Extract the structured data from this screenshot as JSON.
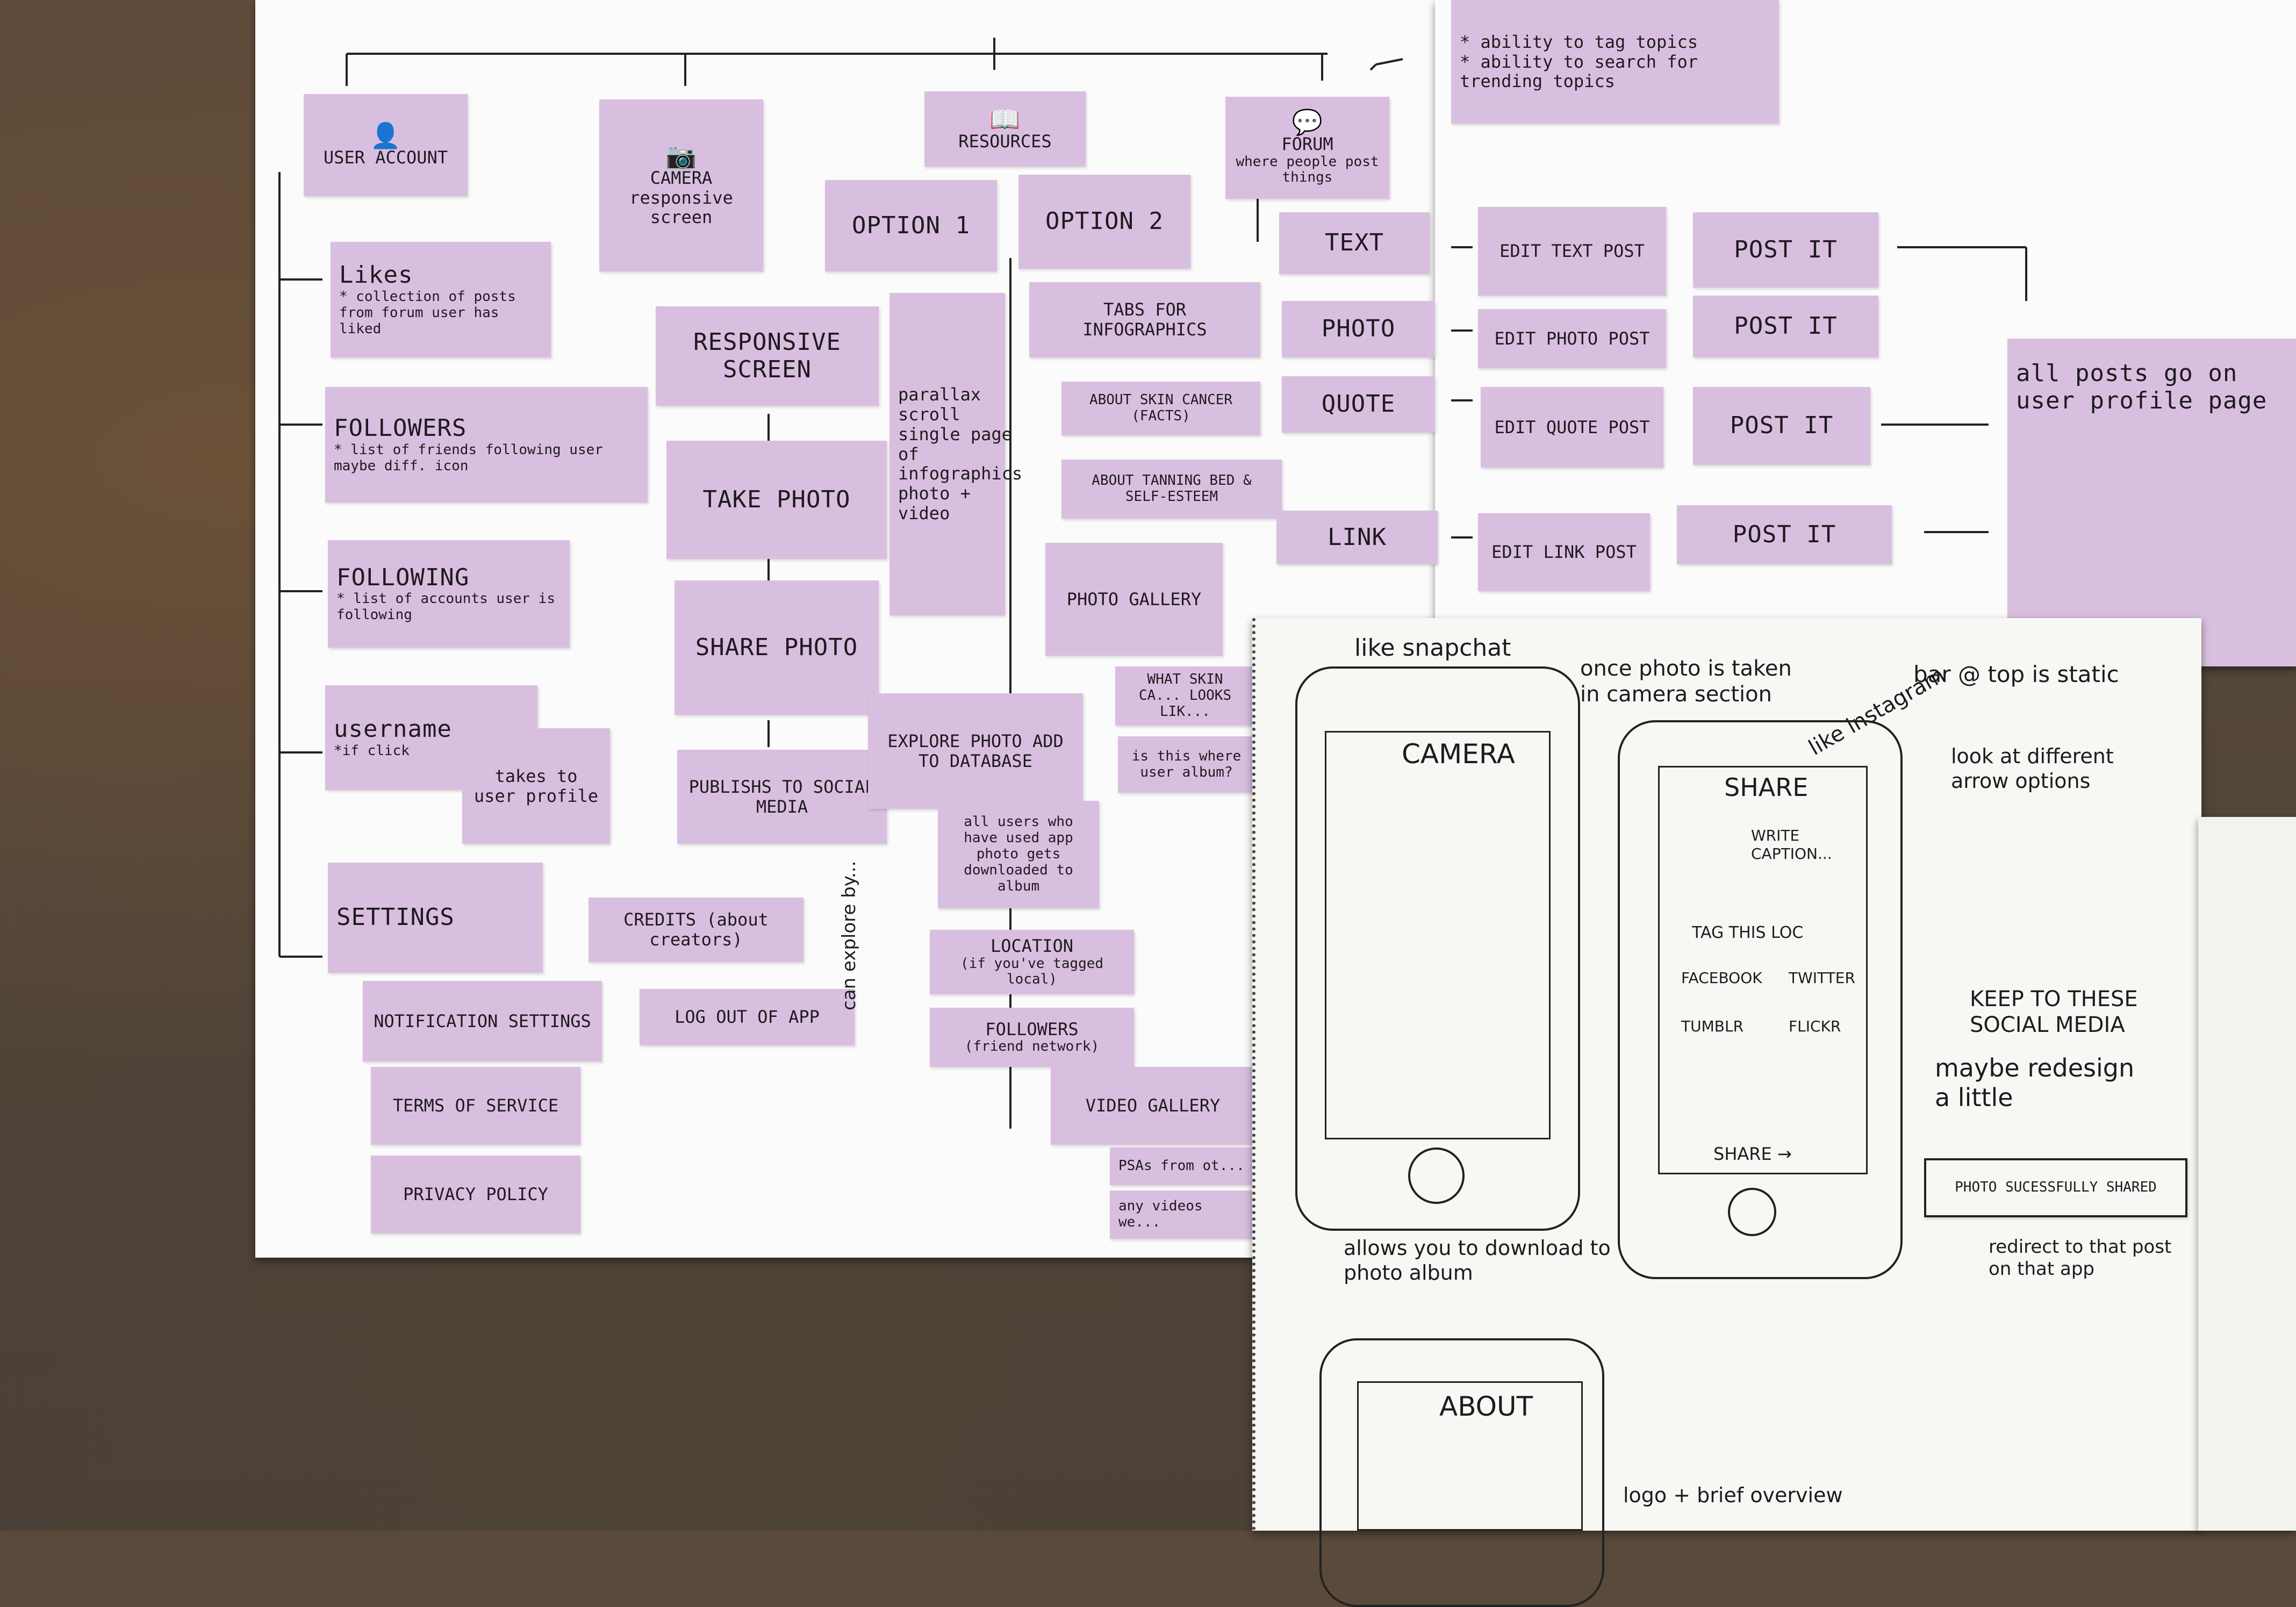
{
  "board": {
    "main_sections": {
      "user_account": "USER ACCOUNT",
      "camera": "CAMERA",
      "camera_sub": "responsive screen",
      "resources": "RESOURCES",
      "forum": "FORUM",
      "forum_sub": "where people post things"
    },
    "user_account_items": {
      "likes_title": "Likes",
      "likes_desc": "* collection of posts from forum user has liked",
      "followers_title": "FOLLOWERS",
      "followers_desc": "* list of friends following user",
      "followers_note": "maybe diff. icon",
      "following_title": "FOLLOWING",
      "following_desc": "* list of accounts user is following",
      "username_title": "username",
      "username_desc": "*if click",
      "username_target": "takes to user profile",
      "settings_title": "SETTINGS",
      "credits": "CREDITS (about creators)",
      "logout": "LOG OUT OF APP",
      "notification": "NOTIFICATION SETTINGS",
      "terms": "TERMS OF SERVICE",
      "privacy": "PRIVACY POLICY"
    },
    "camera_flow": {
      "responsive": "RESPONSIVE SCREEN",
      "take": "TAKE PHOTO",
      "share": "SHARE PHOTO",
      "publish": "PUBLISHS TO SOCIAL MEDIA",
      "explore": "EXPLORE PHOTO ADD TO DATABASE",
      "explore_note": "all users who have used app photo gets downloaded to album",
      "explore_by": "can explore by...",
      "location": "LOCATION",
      "location_sub": "(if you've tagged local)",
      "followers": "FOLLOWERS",
      "followers_sub": "(friend network)"
    },
    "resources_flow": {
      "option1": "OPTION 1",
      "option2": "OPTION 2",
      "parallax": "parallax scroll single page of infographics photo + video",
      "tabs": "TABS FOR INFOGRAPHICS",
      "skin_cancer": "ABOUT SKIN CANCER (FACTS)",
      "tanning": "ABOUT TANNING BED & SELF-ESTEEM",
      "gallery": "PHOTO GALLERY",
      "what_skin": "WHAT SKIN CA... LOOKS LIK...",
      "album_q": "is this where user album?",
      "video": "VIDEO GALLERY",
      "psas": "PSAs from ot...",
      "any_videos": "any videos we..."
    },
    "forum_flow": {
      "text": "TEXT",
      "photo": "PHOTO",
      "quote": "QUOTE",
      "link": "LINK",
      "edit_text": "EDIT TEXT POST",
      "edit_photo": "EDIT PHOTO POST",
      "edit_quote": "EDIT QUOTE POST",
      "edit_link": "EDIT LINK POST",
      "post_it": "POST IT",
      "tag_note": "* ability to tag topics\n* ability to search for trending topics",
      "all_posts": "all posts go on user profile page"
    }
  },
  "sketches": {
    "like_snapchat": "like snapchat",
    "camera_header": "CAMERA",
    "camera_caption": "allows you to download to photo album",
    "once_photo": "once photo is taken in camera section",
    "like_instagram": "like instagram",
    "bar_static": "bar @ top is static",
    "share_header": "SHARE",
    "write_caption": "WRITE CAPTION...",
    "tag_loc": "TAG THIS LOC",
    "facebook": "FACEBOOK",
    "twitter": "TWITTER",
    "tumblr": "TUMBLR",
    "flickr": "FLICKR",
    "share_footer": "SHARE →",
    "arrow_options": "look at different arrow options",
    "keep_social": "KEEP TO THESE SOCIAL MEDIA",
    "redesign": "maybe redesign a little",
    "shared_success": "PHOTO SUCESSFULLY SHARED",
    "redirect": "redirect to that post on that app",
    "about_header": "ABOUT",
    "logo_overview": "logo + brief overview"
  }
}
